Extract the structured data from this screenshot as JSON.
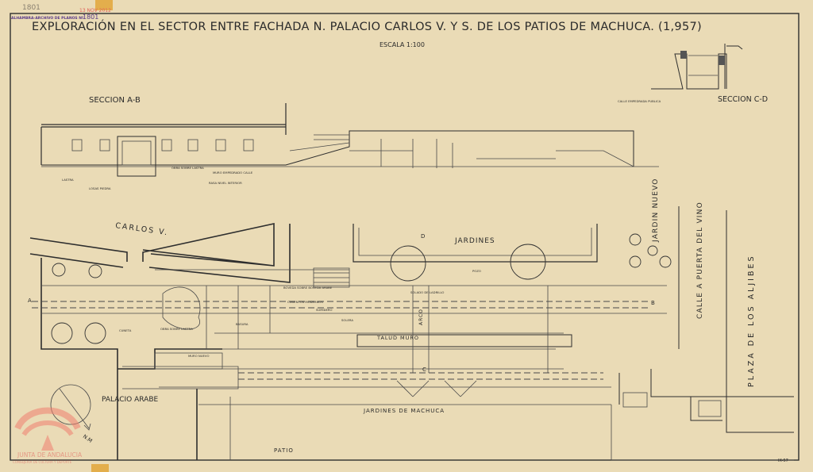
{
  "colors": {
    "paper": "#eadbb6",
    "ink": "#2e2e2e",
    "stamp_red": "#e0605a",
    "archive_purple": "#5a3a8a"
  },
  "stamps": {
    "pencil_number": "1801",
    "date_stamp": "13 NOV 2012",
    "archive_label": "ALHAMBRA-ARCHIVO DE PLANOS Nº",
    "archive_number": "1801",
    "sheet_code": "IX-57"
  },
  "header": {
    "title": "EXPLORACIÓN EN EL SECTOR ENTRE FACHADA N. PALACIO CARLOS V. Y S. DE LOS PATIOS DE MACHUCA. (1,957)",
    "scale": "ESCALA 1:100"
  },
  "sections": {
    "ab": {
      "title": "SECCION A-B",
      "labels": [
        "LASTRA",
        "LOSAS PIEDRA",
        "OBRA SOBRE LASTRA",
        "MURO EMPEDRADO CALLE",
        "RASA NIVEL INTERIOR"
      ]
    },
    "cd": {
      "title": "SECCION C-D",
      "labels": [
        "CALLE EMPEDRADA PUBLICA"
      ]
    }
  },
  "plan": {
    "carlos_v": "CARLOS V.",
    "jardines": "JARDINES",
    "jardin_nuevo": "JARDIN NUEVO",
    "calle_puerta_vino": "CALLE A PUERTA DEL VINO",
    "plaza_aljibes": "PLAZA DE LOS ALJIBES",
    "talud_muro": "TALUD MURO",
    "palacio_arabe": "PALACIO ARABE",
    "jardines_machuca": "JARDINES DE MACHUCA",
    "patio": "PATIO",
    "arco": "ARCO",
    "pozo": "POZO",
    "solera": "SOLERA",
    "boveda": "BOVEDA SOBRE BOVEDA ARABE",
    "solado_ladrillo": "SOLADO DE LADRILLO",
    "obra_sobre_lastra": "OBRA SOBRE LASTRA",
    "cuneta": "CUNETA",
    "muro_nuevo": "MURO NUEVO",
    "basura": "BASURA",
    "sumidero": "SUMIDERO",
    "cimientos": "CIMIENTOS MODERNOS",
    "section_marks": {
      "a": "A",
      "b": "B",
      "c": "C",
      "d": "D"
    },
    "north": "N.M"
  },
  "watermark": {
    "line1": "JUNTA DE ANDALUCIA",
    "line2": "CONSEJERIA DE CULTURA Y DEPORTE"
  }
}
